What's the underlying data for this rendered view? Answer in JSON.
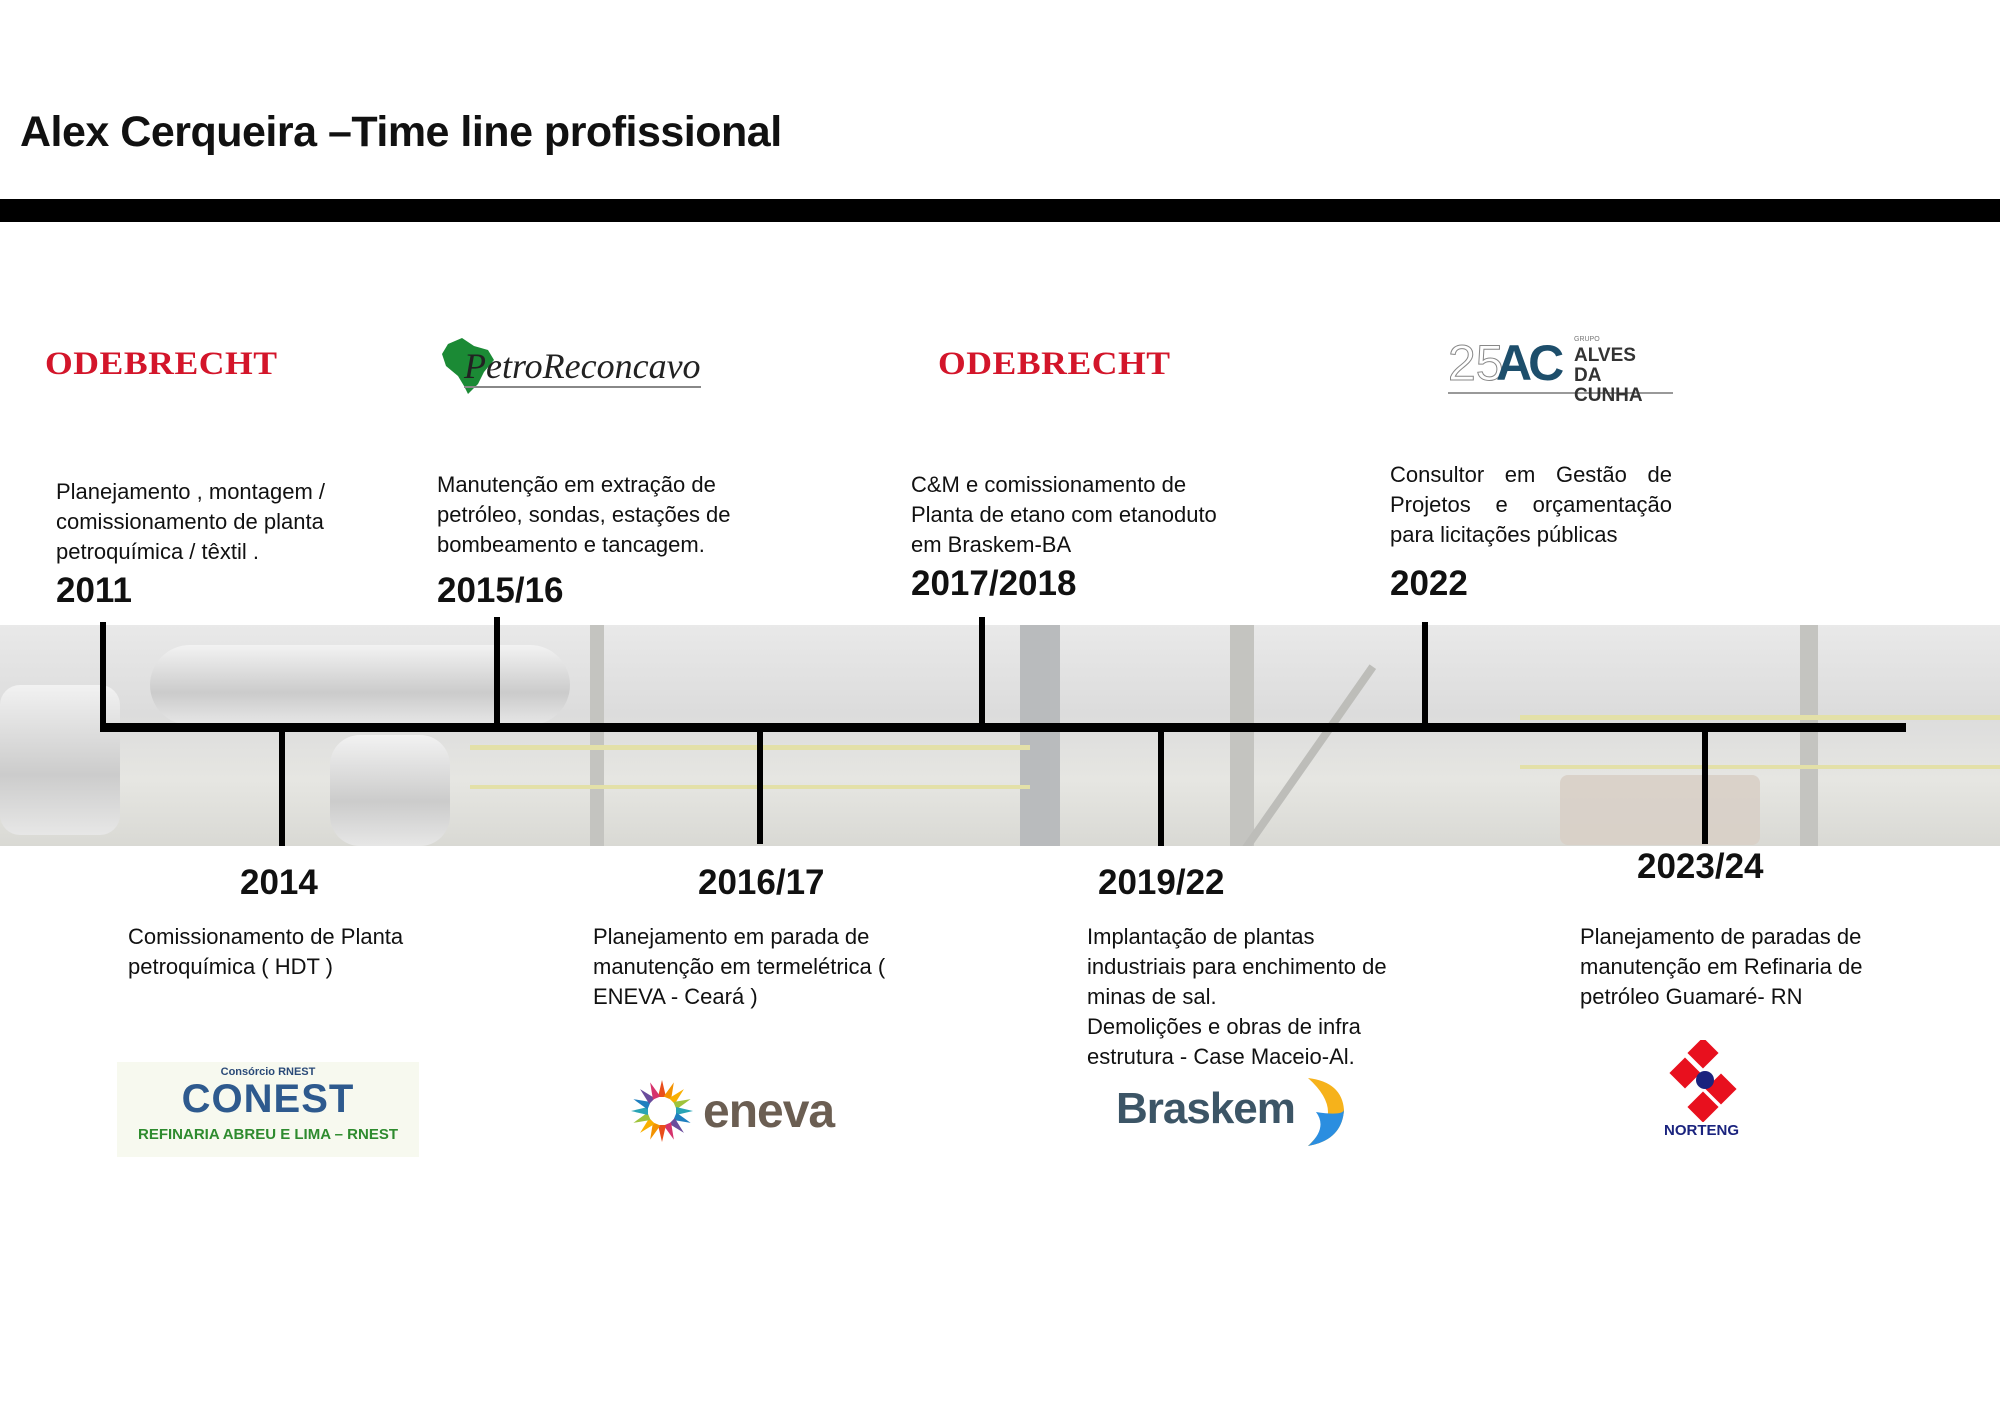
{
  "title": "Alex Cerqueira –Time line profissional",
  "accent_colors": {
    "odebrecht_red": "#d3152a",
    "timeline": "#000000"
  },
  "top_events": [
    {
      "year": "2011",
      "description": [
        "Planejamento , montagem /",
        "comissionamento de planta",
        "petroquímica / têxtil ."
      ],
      "company": "ODEBRECHT"
    },
    {
      "year": "2015/16",
      "description": [
        "Manutenção em extração de",
        "petróleo, sondas, estações de",
        "bombeamento e tancagem."
      ],
      "company": "PetroReconcavo"
    },
    {
      "year": "2017/2018",
      "description": [
        "C&M e comissionamento de",
        "Planta de etano com etanoduto",
        "em Braskem-BA"
      ],
      "company": "ODEBRECHT"
    },
    {
      "year": "2022",
      "description": [
        "Consultor em Gestão de",
        "Projetos e orçamentação",
        "para licitações públicas"
      ],
      "company": "Grupo Alves da Cunha",
      "company_logo": {
        "num": "25",
        "mark": "AC",
        "small": "GRUPO",
        "line1": "ALVES",
        "line2": "DA CUNHA"
      }
    }
  ],
  "bottom_events": [
    {
      "year": "2014",
      "description": [
        "Comissionamento de Planta",
        "petroquímica ( HDT )"
      ],
      "company": "CONEST",
      "company_logo": {
        "top": "Consórcio RNEST",
        "main": "CONEST",
        "bottom": "REFINARIA ABREU E LIMA – RNEST"
      }
    },
    {
      "year": "2016/17",
      "description": [
        "Planejamento em parada de",
        "manutenção em termelétrica (",
        "ENEVA - Ceará )"
      ],
      "company": "eneva"
    },
    {
      "year": "2019/22",
      "description": [
        "Implantação de plantas",
        "industriais para  enchimento de",
        "minas de sal.",
        "Demolições e obras de infra",
        "estrutura - Case Maceio-Al."
      ],
      "company": "Braskem"
    },
    {
      "year": "2023/24",
      "description": [
        "Planejamento de paradas de",
        "manutenção em Refinaria de",
        "petróleo Guamaré- RN"
      ],
      "company": "NORTENG"
    }
  ]
}
